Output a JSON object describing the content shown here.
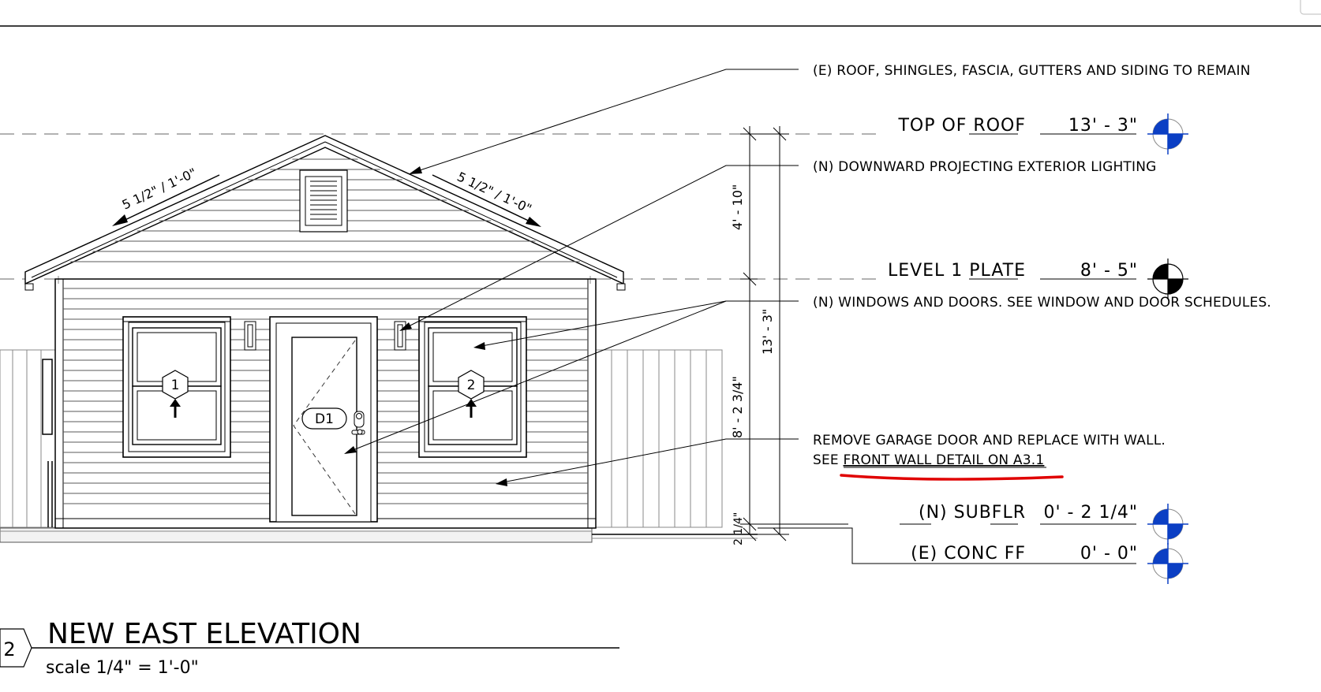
{
  "notes": {
    "roof": "(E) ROOF, SHINGLES, FASCIA, GUTTERS AND SIDING TO REMAIN",
    "lighting": "(N) DOWNWARD PROJECTING EXTERIOR LIGHTING",
    "windows_doors": "(N) WINDOWS AND DOORS. SEE WINDOW AND DOOR SCHEDULES.",
    "garage_line1": "REMOVE GARAGE DOOR AND REPLACE WITH WALL.",
    "garage_line2_prefix": "SEE ",
    "garage_line2_detail": "FRONT WALL DETAIL ON A3.1"
  },
  "levels": [
    {
      "name": "TOP  OF  ROOF",
      "elevation": "13' - 3\""
    },
    {
      "name": "LEVEL  1  PLATE",
      "elevation": "8' - 5\""
    },
    {
      "name": "(N)  SUBFLR",
      "elevation": "0' - 2 1/4\""
    },
    {
      "name": "(E)  CONC  FF",
      "elevation": "0' - 0\""
    }
  ],
  "dimensions": {
    "roof_height": "4' - 10\"",
    "overall_height": "13' - 3\"",
    "wall_height": "8' - 2 3/4\"",
    "subfloor_height": "2 1/4\""
  },
  "slopes": {
    "left": "5 1/2\" / 1'-0\"",
    "right": "5 1/2\" / 1'-0\""
  },
  "tags": {
    "window_left": "1",
    "window_right": "2",
    "door": "D1"
  },
  "title_block": {
    "number": "2",
    "title": "NEW EAST ELEVATION",
    "scale": "scale  1/4\" = 1'-0\""
  },
  "colors": {
    "markup_red": "#e00000",
    "level_marker_blue": "#0b3fc4"
  }
}
